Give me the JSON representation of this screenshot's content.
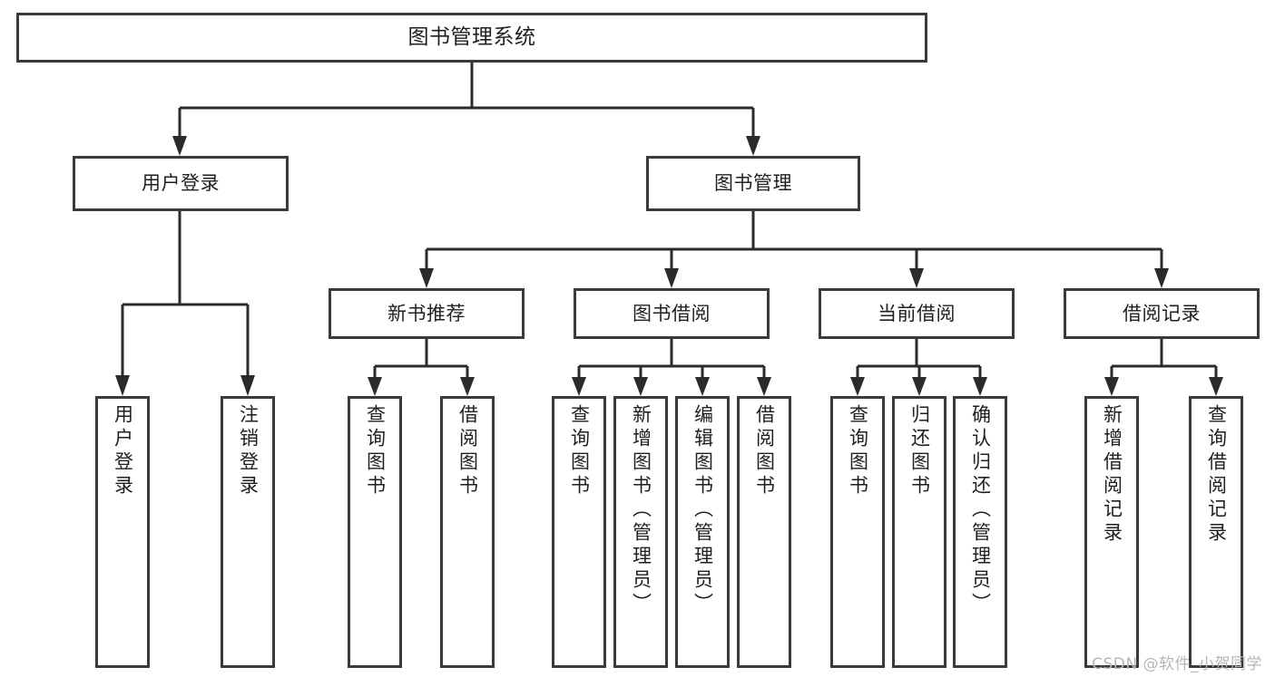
{
  "diagram": {
    "title": "图书管理系统",
    "root": {
      "label": "图书管理系统"
    },
    "level1": [
      {
        "label": "用户登录"
      },
      {
        "label": "图书管理"
      }
    ],
    "level2": [
      {
        "label": "新书推荐"
      },
      {
        "label": "图书借阅"
      },
      {
        "label": "当前借阅"
      },
      {
        "label": "借阅记录"
      }
    ],
    "leaves": [
      {
        "label": "用户登录"
      },
      {
        "label": "注销登录"
      },
      {
        "label": "查询图书"
      },
      {
        "label": "借阅图书"
      },
      {
        "label": "查询图书"
      },
      {
        "label": "新增图书（管理员）"
      },
      {
        "label": "编辑图书（管理员）"
      },
      {
        "label": "借阅图书"
      },
      {
        "label": "查询图书"
      },
      {
        "label": "归还图书"
      },
      {
        "label": "确认归还（管理员）"
      },
      {
        "label": "新增借阅记录"
      },
      {
        "label": "查询借阅记录"
      }
    ],
    "watermark": "CSDN @软件_小贺同学",
    "colors": {
      "box_border": "#3a3a3a",
      "connector": "#2b2b2b",
      "text": "#1f1f1f",
      "background": "#ffffff",
      "watermark": "#b6b6b6"
    }
  }
}
